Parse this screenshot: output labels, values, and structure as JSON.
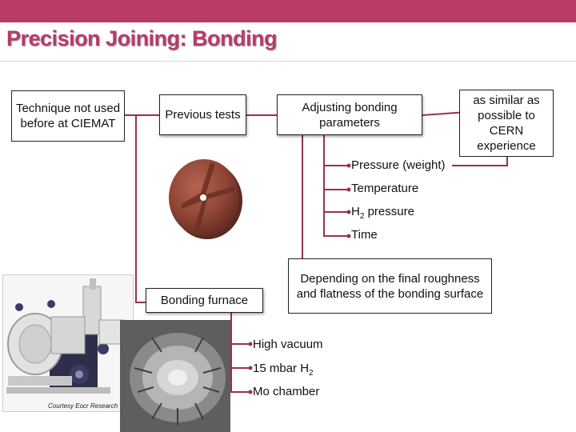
{
  "slide": {
    "title": "Precision Joining: Bonding",
    "colors": {
      "top_bar": "#b83b68",
      "title": "#b83b68",
      "connector": "#9b2f55",
      "disk": "#8f4434"
    }
  },
  "diagram": {
    "technique_box": "Technique not used before at CIEMAT",
    "previous_tests_box": "Previous tests",
    "adjusting_box": "Adjusting bonding parameters",
    "cern_box": "as similar as possible to CERN experience",
    "parameters": {
      "pressure": "Pressure (weight)",
      "temperature": "Temperature",
      "h2_prefix": "H",
      "h2_sub": "2",
      "h2_suffix": " pressure",
      "time": "Time"
    },
    "roughness_box": "Depending on the final roughness and flatness of the bonding surface",
    "furnace_box": "Bonding furnace",
    "furnace_items": {
      "vacuum": "High vacuum",
      "mbar_prefix": "15 mbar H",
      "mbar_sub": "2",
      "chamber": "Mo chamber"
    },
    "credit": "Courtesy Eocr Research"
  },
  "icons": {
    "test_sample": "copper-disk-with-cross-grooves",
    "furnace": "vacuum-furnace-photo",
    "chamber": "mo-chamber-photo"
  }
}
